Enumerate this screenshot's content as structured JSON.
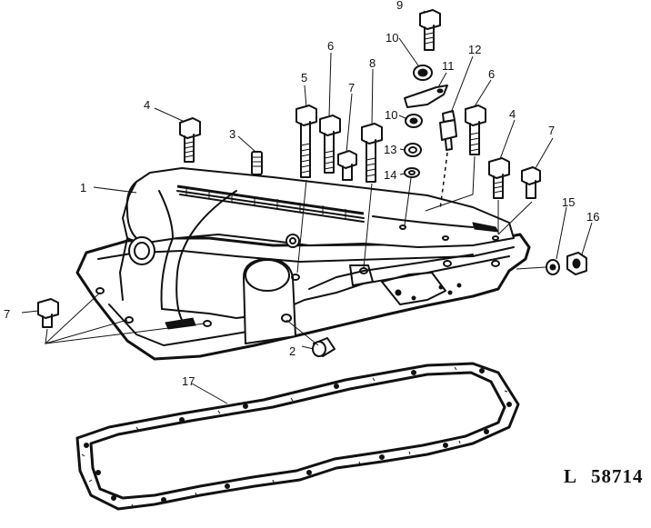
{
  "callouts": {
    "c1": "1",
    "c2": "2",
    "c3": "3",
    "c4a": "4",
    "c4b": "4",
    "c5": "5",
    "c6a": "6",
    "c6b": "6",
    "c7a": "7",
    "c7b": "7",
    "c7c": "7",
    "c8": "8",
    "c9": "9",
    "c10a": "10",
    "c10b": "10",
    "c11": "11",
    "c12": "12",
    "c13": "13",
    "c14": "14",
    "c15": "15",
    "c16": "16",
    "c17": "17"
  },
  "reference": {
    "letter": "L",
    "number": "58714"
  }
}
